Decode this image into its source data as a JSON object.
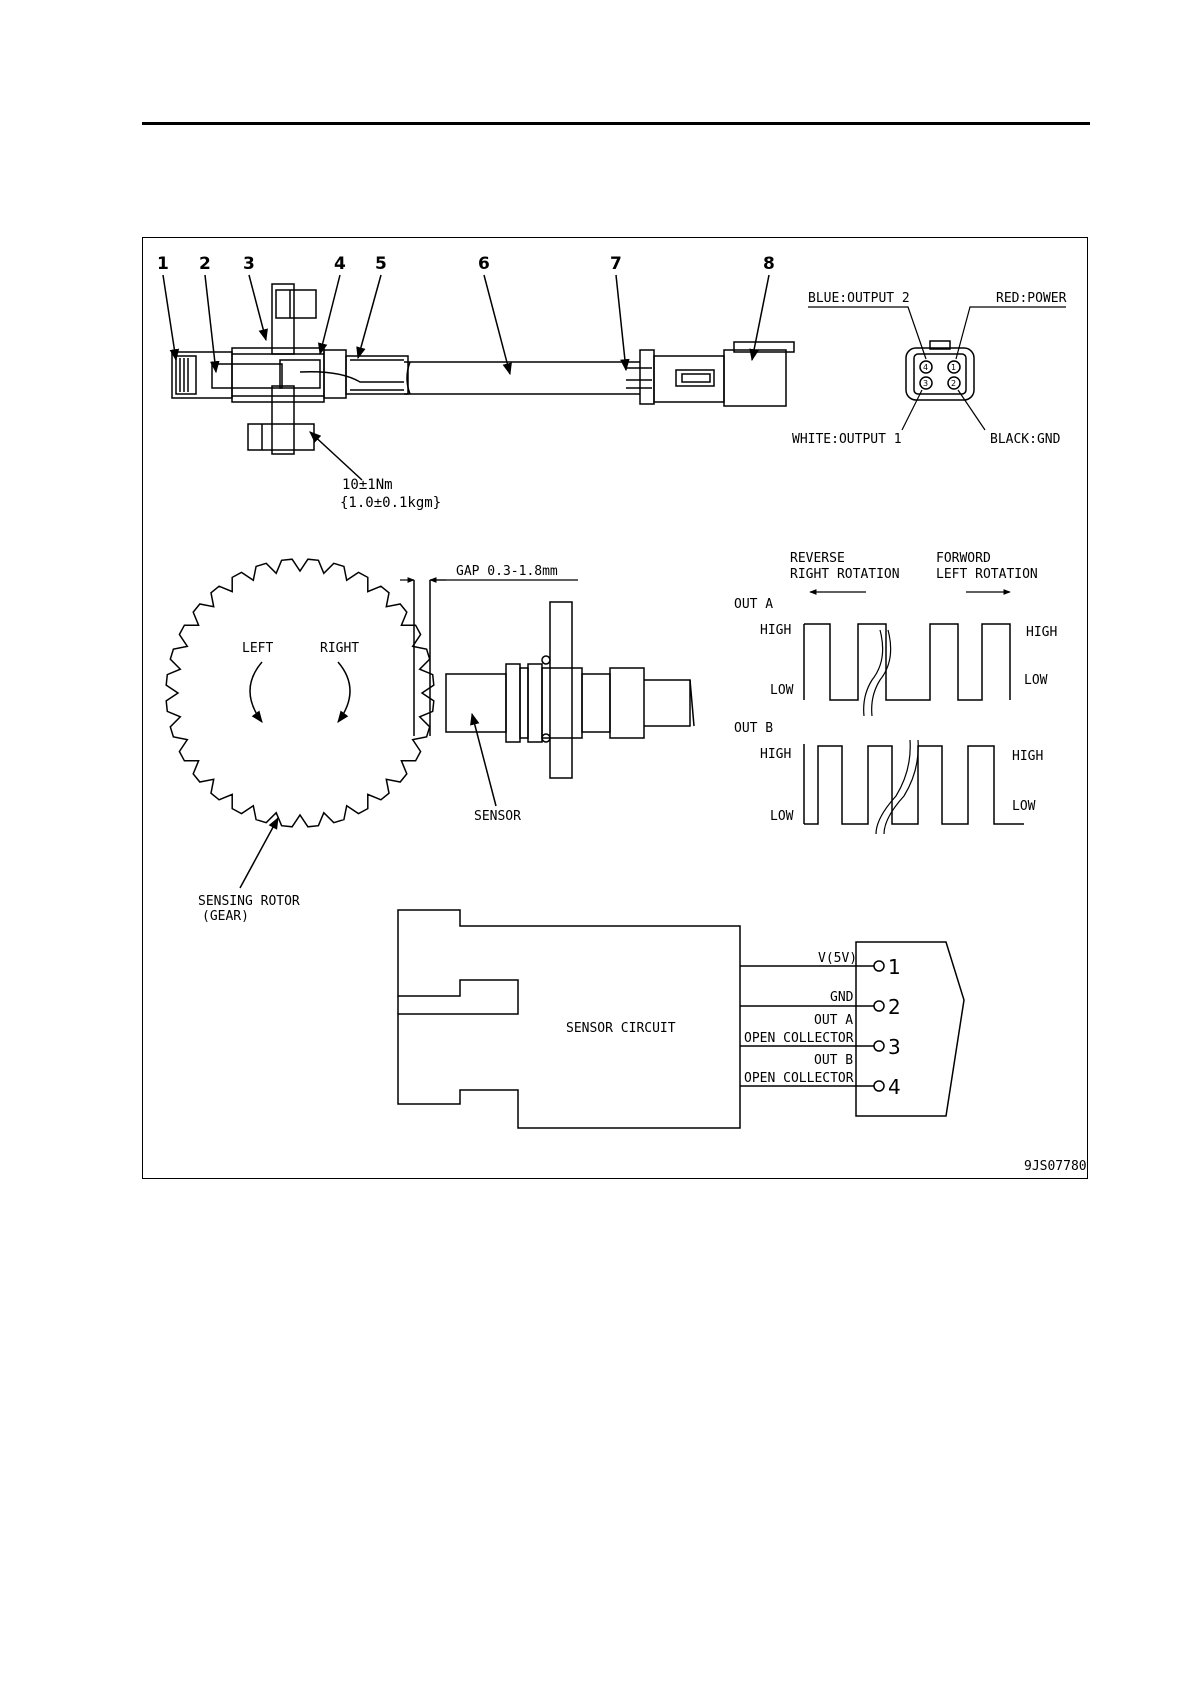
{
  "callouts": [
    "1",
    "2",
    "3",
    "4",
    "5",
    "6",
    "7",
    "8"
  ],
  "torque": {
    "line1": "10±1Nm",
    "line2": "{1.0±0.1kgm}"
  },
  "connector": {
    "blue": "BLUE:OUTPUT 2",
    "red": "RED:POWER",
    "white": "WHITE:OUTPUT 1",
    "black": "BLACK:GND",
    "pins": [
      "4",
      "1",
      "3",
      "2"
    ]
  },
  "rotor": {
    "left": "LEFT",
    "right": "RIGHT",
    "label1": "SENSING ROTOR",
    "label2": "(GEAR)"
  },
  "gap": "GAP 0.3-1.8mm",
  "sensor_label": "SENSOR",
  "waveform": {
    "reverse1": "REVERSE",
    "reverse2": "RIGHT ROTATION",
    "forward1": "FORWORD",
    "forward2": "LEFT ROTATION",
    "out_a": "OUT A",
    "out_b": "OUT B",
    "high": "HIGH",
    "low": "LOW"
  },
  "circuit": {
    "title": "SENSOR CIRCUIT",
    "v5": "V(5V)",
    "gnd": "GND",
    "outa": "OUT A",
    "outb": "OUT B",
    "oc": "OPEN COLLECTOR",
    "pins": [
      "1",
      "2",
      "3",
      "4"
    ]
  },
  "figure_id": "9JS07780"
}
